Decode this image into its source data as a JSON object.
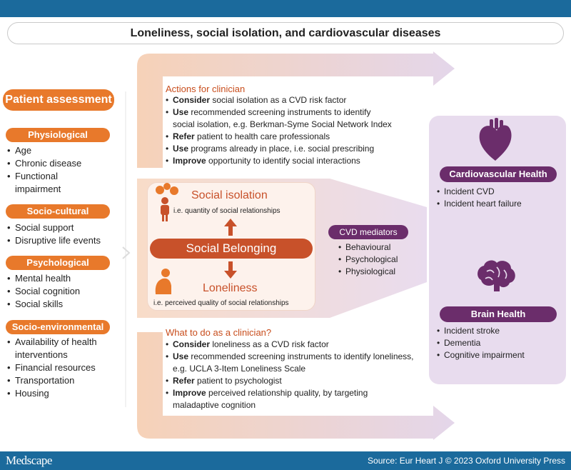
{
  "header": {
    "title": "Loneliness, social isolation, and cardiovascular diseases"
  },
  "footer": {
    "brand": "Medscape",
    "source": "Source: Eur Heart J © 2023 Oxford University Press"
  },
  "patient_assessment": {
    "title": "Patient assessment",
    "categories": [
      {
        "label": "Physiological",
        "items": [
          "Age",
          "Chronic disease",
          "Functional impairment"
        ]
      },
      {
        "label": "Socio-cultural",
        "items": [
          "Social support",
          "Disruptive life events"
        ]
      },
      {
        "label": "Psychological",
        "items": [
          "Mental health",
          "Social cognition",
          "Social skills"
        ]
      },
      {
        "label": "Socio-environmental",
        "items": [
          "Availability of health interventions",
          "Financial resources",
          "Transportation",
          "Housing"
        ]
      }
    ]
  },
  "actions_isolation": {
    "heading": "Actions for clinician",
    "items": [
      {
        "bold": "Consider",
        "text": " social isolation as a CVD risk factor"
      },
      {
        "bold": "Use",
        "text": " recommended screening instruments to identify social isolation, e.g. Berkman-Syme Social Network Index"
      },
      {
        "bold": "Refer",
        "text": " patient to health care professionals"
      },
      {
        "bold": "Use",
        "text": " programs already in place, i.e. social prescribing"
      },
      {
        "bold": "Improve",
        "text": " opportunity to identify social interactions"
      }
    ]
  },
  "actions_loneliness": {
    "heading": "What to do as a clinician?",
    "items": [
      {
        "bold": "Consider",
        "text": " loneliness as a CVD risk factor"
      },
      {
        "bold": "Use",
        "text": " recommended screening instruments to identify loneliness, e.g. UCLA 3-Item Loneliness Scale"
      },
      {
        "bold": "Refer",
        "text": " patient to psychologist"
      },
      {
        "bold": "Improve",
        "text": " perceived relationship quality, by targeting maladaptive cognition"
      }
    ]
  },
  "social_belonging": {
    "center_label": "Social Belonging",
    "isolation_title": "Social isolation",
    "isolation_sub": "i.e. quantity of social relationships",
    "loneliness_title": "Loneliness",
    "loneliness_sub": "i.e. perceived quality of social relationships"
  },
  "mediators": {
    "label": "CVD mediators",
    "items": [
      "Behavioural",
      "Psychological",
      "Physiological"
    ]
  },
  "outcomes": {
    "cardiovascular": {
      "label": "Cardiovascular Health",
      "items": [
        "Incident CVD",
        "Incident heart failure"
      ]
    },
    "brain": {
      "label": "Brain Health",
      "items": [
        "Incident stroke",
        "Dementia",
        "Cognitive impairment"
      ]
    }
  },
  "colors": {
    "accent_orange": "#e8792b",
    "accent_purple": "#6b2d6b",
    "bar_blue": "#1b6a9c",
    "social_red": "#c8512a"
  },
  "icons": [
    "heart-icon",
    "brain-icon",
    "isolated-person-icon",
    "sad-person-icon",
    "arrow-up-icon",
    "arrow-down-icon"
  ]
}
